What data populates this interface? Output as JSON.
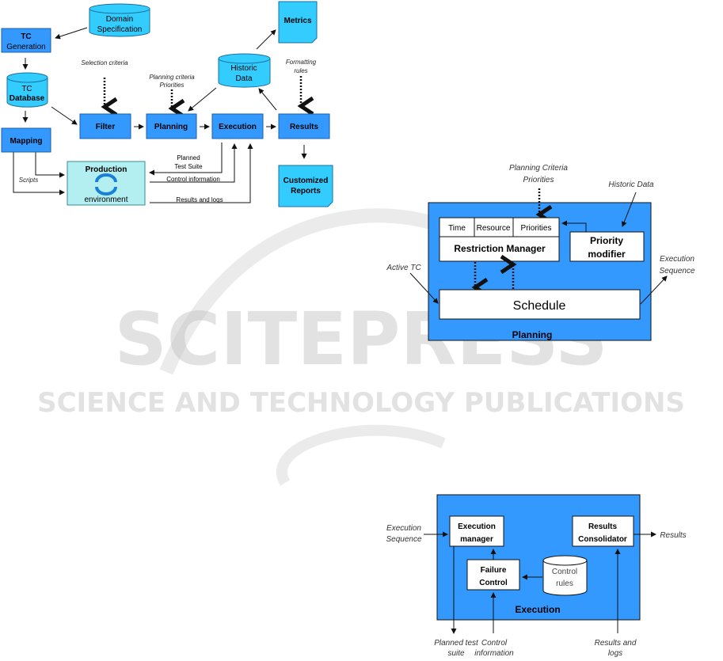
{
  "watermark": {
    "title": "SCITEPRESS",
    "subtitle": "SCIENCE AND TECHNOLOGY PUBLICATIONS"
  },
  "overview": {
    "domain_spec": [
      "Domain",
      "Specification"
    ],
    "tc_generation": [
      "TC",
      "Generation"
    ],
    "tc_database": [
      "TC",
      "Database"
    ],
    "mapping": "Mapping",
    "filter": "Filter",
    "planning": "Planning",
    "execution": "Execution",
    "results": "Results",
    "historic_data": [
      "Historic",
      "Data"
    ],
    "metrics": "Metrics",
    "customized_reports": [
      "Customized",
      "Reports"
    ],
    "production_env": [
      "Production",
      "environment"
    ],
    "selection_criteria": "Selection criteria",
    "planning_criteria": [
      "Planning criteria",
      "Priorities"
    ],
    "formatting_rules": [
      "Formatting",
      "rules"
    ],
    "planned_test_suite": [
      "Planned",
      "Test Suite"
    ],
    "control_information": "Control information",
    "results_and_logs": "Results and logs",
    "scripts": "Scripts"
  },
  "planning_detail": {
    "title": "Planning",
    "planning_criteria": [
      "Planning Criteria",
      "Priorities"
    ],
    "historic_data": "Historic Data",
    "restriction_columns": [
      "Time",
      "Resource",
      "Priorities"
    ],
    "restriction_manager": "Restriction Manager",
    "priority_modifier": [
      "Priority",
      "modifier"
    ],
    "schedule": "Schedule",
    "active_tc": "Active TC",
    "execution_sequence": [
      "Execution",
      "Sequence"
    ]
  },
  "execution_detail": {
    "title": "Execution",
    "execution_manager": [
      "Execution",
      "manager"
    ],
    "results_consolidator": [
      "Results",
      "Consolidator"
    ],
    "failure_control": [
      "Failure",
      "Control"
    ],
    "control_rules": [
      "Control",
      "rules"
    ],
    "execution_sequence": [
      "Execution",
      "Sequence"
    ],
    "results": "Results",
    "planned_test_suite": [
      "Planned test",
      "suite"
    ],
    "control_information": [
      "Control",
      "information"
    ],
    "results_and_logs": [
      "Results and",
      "logs"
    ]
  }
}
